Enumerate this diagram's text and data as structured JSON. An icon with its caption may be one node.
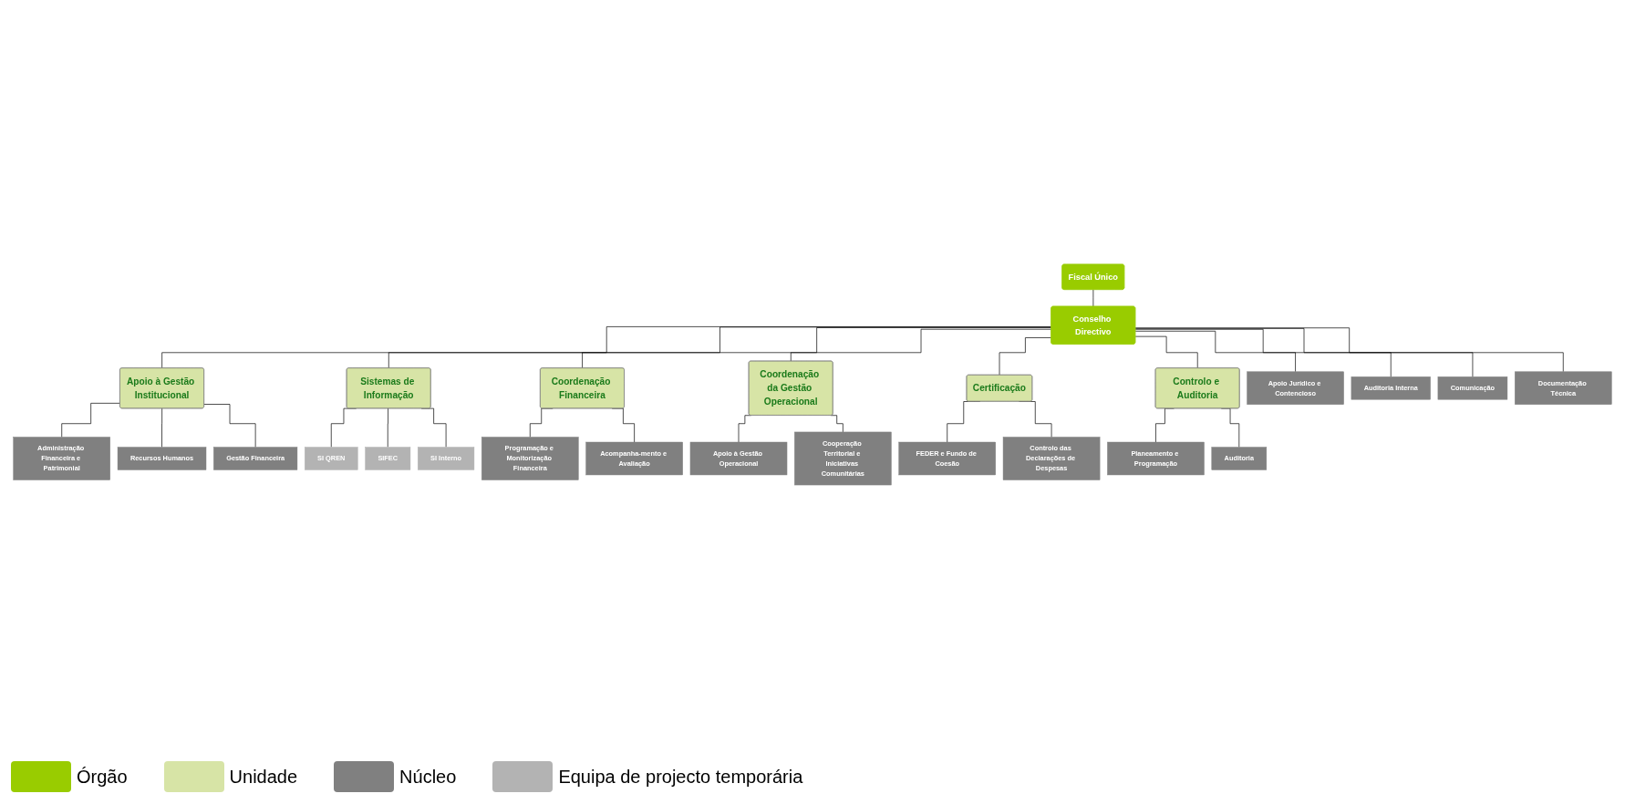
{
  "diagram": {
    "nodes": [
      {
        "text": [
          "Fiscal Único"
        ]
      },
      {
        "text": [
          "Conselho Directivo"
        ]
      },
      {
        "text": [
          "Apoio à Gestão Institucional"
        ]
      },
      {
        "text": [
          "Sistemas de Informação"
        ]
      },
      {
        "text": [
          "Coordenação Financeira"
        ]
      },
      {
        "text": [
          "Coordenação da Gestão Operacional"
        ]
      },
      {
        "text": [
          "Certificação"
        ]
      },
      {
        "text": [
          "Controlo e Auditoria"
        ]
      },
      {
        "text": [
          "Apoio Jurídico e Contencioso"
        ]
      },
      {
        "text": [
          "Auditoria Interna"
        ]
      },
      {
        "text": [
          "Comunicação"
        ]
      },
      {
        "text": [
          "Documentação Técnica"
        ]
      },
      {
        "text": [
          "Administração Financeira e Patrimonial"
        ]
      },
      {
        "text": [
          "Recursos Humanos"
        ]
      },
      {
        "text": [
          "Gestão Financeira"
        ]
      },
      {
        "text": [
          "SI QREN"
        ]
      },
      {
        "text": [
          "SIFEC"
        ]
      },
      {
        "text": [
          "SI Interno"
        ]
      },
      {
        "text": [
          "Programação e Monitorização Financeira"
        ]
      },
      {
        "text": [
          "Acompanha-mento e Avaliação"
        ]
      },
      {
        "text": [
          "Apoio à Gestão Operacional"
        ]
      },
      {
        "text": [
          "Cooperação Territorial e Iniciativas Comunitárias"
        ]
      },
      {
        "text": [
          "FEDER e Fundo de Coesão"
        ]
      },
      {
        "text": [
          "Controlo das Declarações de Despesas"
        ]
      },
      {
        "text": [
          "Planeamento e Programação"
        ]
      },
      {
        "text": [
          "Auditoria"
        ]
      }
    ],
    "edges": [
      {
        "from": 0,
        "to": 1,
        "arrow": "none"
      },
      {
        "from": 1,
        "to": 2,
        "arrow": "none"
      },
      {
        "from": 1,
        "to": 3,
        "arrow": "none"
      },
      {
        "from": 1,
        "to": 4,
        "arrow": "none"
      },
      {
        "from": 1,
        "to": 5,
        "arrow": "none"
      },
      {
        "from": 1,
        "to": 6,
        "arrow": "none"
      },
      {
        "from": 1,
        "to": 7,
        "arrow": "none"
      },
      {
        "from": 1,
        "to": 8,
        "arrow": "none"
      },
      {
        "from": 1,
        "to": 9,
        "arrow": "none"
      },
      {
        "from": 1,
        "to": 10,
        "arrow": "none"
      },
      {
        "from": 1,
        "to": 11,
        "arrow": "none"
      },
      {
        "from": 2,
        "to": 12,
        "arrow": "none"
      },
      {
        "from": 2,
        "to": 13,
        "arrow": "none"
      },
      {
        "from": 2,
        "to": 14,
        "arrow": "none"
      },
      {
        "from": 3,
        "to": 15,
        "arrow": "none"
      },
      {
        "from": 3,
        "to": 16,
        "arrow": "none"
      },
      {
        "from": 3,
        "to": 17,
        "arrow": "none"
      },
      {
        "from": 4,
        "to": 18,
        "arrow": "none"
      },
      {
        "from": 4,
        "to": 19,
        "arrow": "none"
      },
      {
        "from": 5,
        "to": 20,
        "arrow": "none"
      },
      {
        "from": 5,
        "to": 21,
        "arrow": "none"
      },
      {
        "from": 6,
        "to": 22,
        "arrow": "none"
      },
      {
        "from": 6,
        "to": 23,
        "arrow": "none"
      },
      {
        "from": 7,
        "to": 24,
        "arrow": "none"
      },
      {
        "from": 7,
        "to": 25,
        "arrow": "none"
      }
    ],
    "legend": [
      {
        "text": "Órgão",
        "color": "#99cc00"
      },
      {
        "text": "Unidade",
        "color": "#d7e4a6"
      },
      {
        "text": "Núcleo",
        "color": "#808080"
      },
      {
        "text": "Equipa de projecto temporária",
        "color": "#b3b3b3"
      }
    ]
  }
}
